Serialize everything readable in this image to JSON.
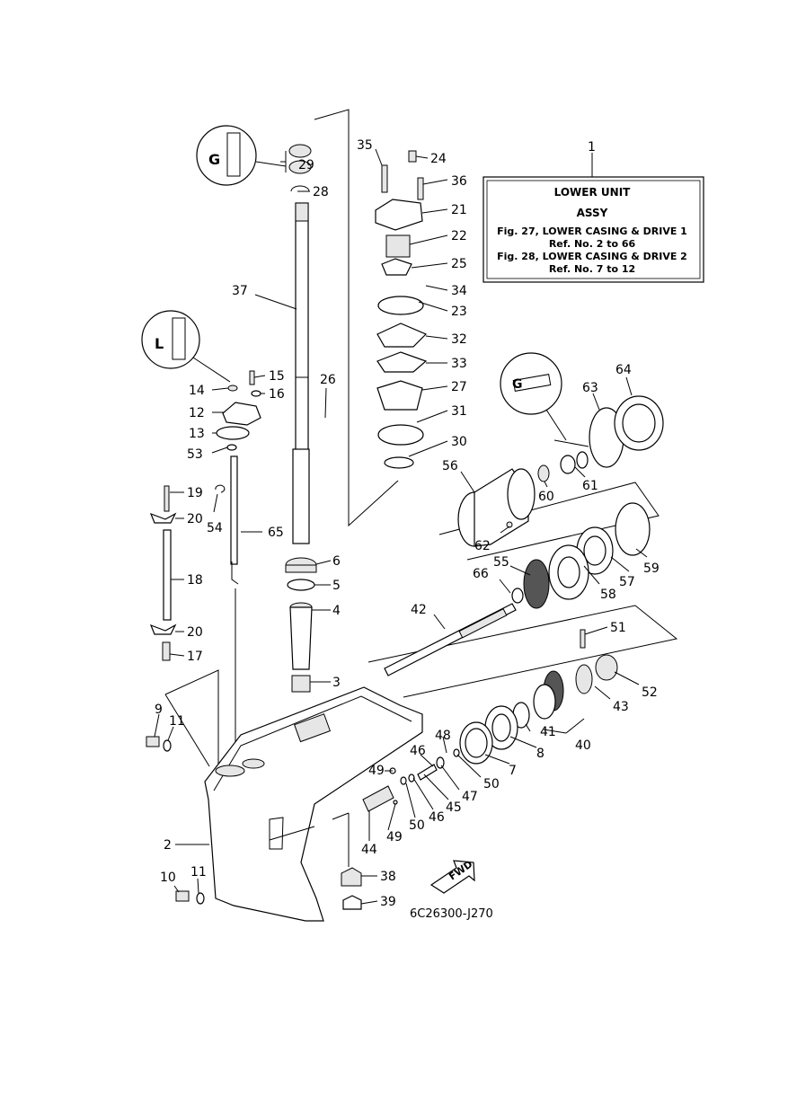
{
  "title_box": {
    "ref_number": "1",
    "line1": "LOWER UNIT",
    "line2": "ASSY",
    "line3": "Fig. 27, LOWER CASING & DRIVE 1",
    "line4": "Ref. No. 2 to 66",
    "line5": "Fig. 28, LOWER CASING & DRIVE 2",
    "line6": "Ref. No. 7 to 12"
  },
  "diagram_code": "6C26300-J270",
  "fwd_label": "FWD",
  "callouts": {
    "c2": "2",
    "c3": "3",
    "c4": "4",
    "c5": "5",
    "c6": "6",
    "c7": "7",
    "c8": "8",
    "c9": "9",
    "c10": "10",
    "c11a": "11",
    "c11b": "11",
    "c12": "12",
    "c13": "13",
    "c14": "14",
    "c15": "15",
    "c16": "16",
    "c17": "17",
    "c18": "18",
    "c19": "19",
    "c20a": "20",
    "c20b": "20",
    "c21": "21",
    "c22": "22",
    "c23": "23",
    "c24": "24",
    "c25": "25",
    "c26": "26",
    "c27": "27",
    "c28": "28",
    "c29": "29",
    "c30": "30",
    "c31": "31",
    "c32": "32",
    "c33": "33",
    "c34": "34",
    "c35": "35",
    "c36": "36",
    "c37": "37",
    "c38": "38",
    "c39": "39",
    "c40": "40",
    "c41": "41",
    "c42": "42",
    "c43": "43",
    "c44": "44",
    "c45": "45",
    "c46a": "46",
    "c46b": "46",
    "c47": "47",
    "c48": "48",
    "c49a": "49",
    "c49b": "49",
    "c50a": "50",
    "c50b": "50",
    "c51": "51",
    "c52": "52",
    "c53": "53",
    "c54": "54",
    "c55": "55",
    "c56": "56",
    "c57": "57",
    "c58": "58",
    "c59": "59",
    "c60": "60",
    "c61": "61",
    "c62": "62",
    "c63": "63",
    "c64": "64",
    "c65": "65",
    "c66": "66"
  }
}
